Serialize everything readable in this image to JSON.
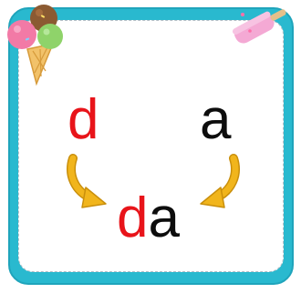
{
  "letters": {
    "consonant": "d",
    "vowel": "a",
    "syllable_first": "d",
    "syllable_second": "a"
  },
  "colors": {
    "frame": "#29b9cf",
    "card": "#ffffff",
    "consonant": "#e8141a",
    "vowel": "#0d0d0d",
    "arrow": "#f1b51c"
  },
  "icons": {
    "top_left": "ice-cream-cone-icon",
    "top_right": "popsicle-icon",
    "arrows": "curved-arrow-icon"
  }
}
